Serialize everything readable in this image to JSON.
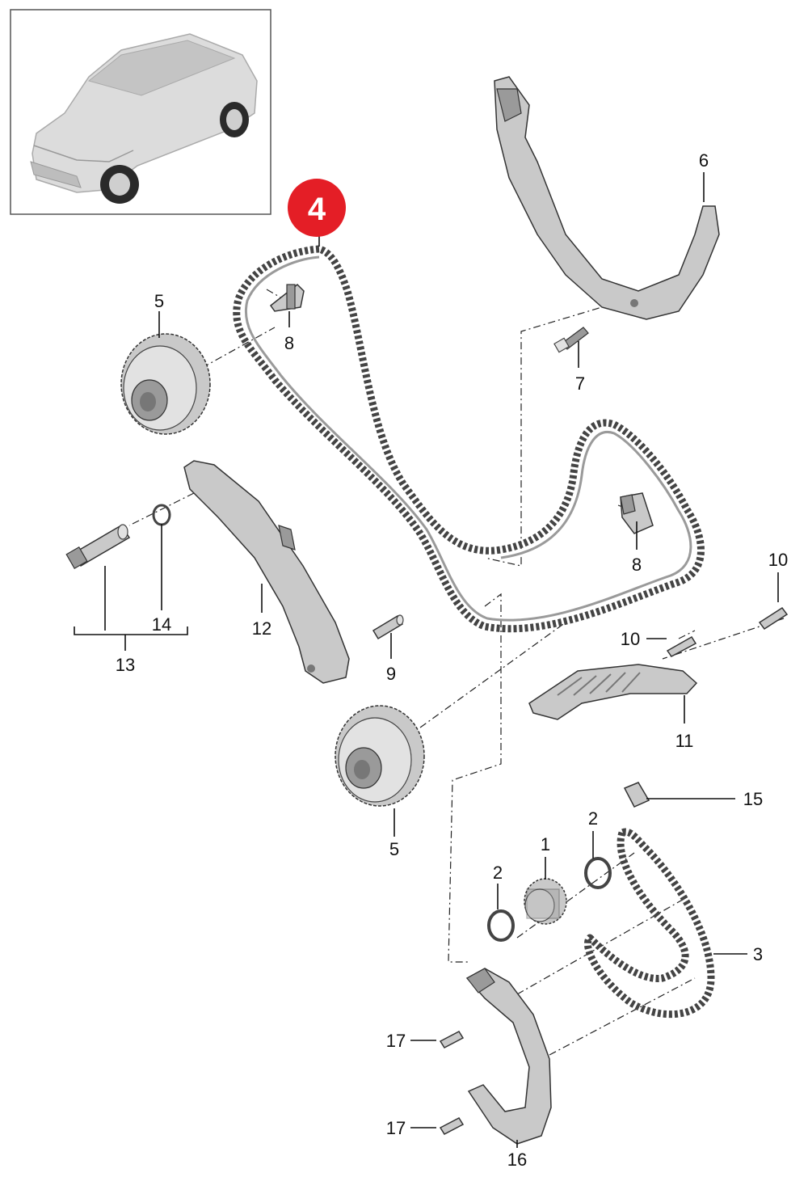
{
  "highlight": {
    "label": "4",
    "color": "#e41e26",
    "text_color": "#ffffff"
  },
  "thumbnail": {
    "icon": "suv-car-icon",
    "border_color": "#555555"
  },
  "labels": {
    "p1": "1",
    "p2a": "2",
    "p2b": "2",
    "p3": "3",
    "p5a": "5",
    "p5b": "5",
    "p6": "6",
    "p7": "7",
    "p8a": "8",
    "p8b": "8",
    "p9": "9",
    "p10a": "10",
    "p10b": "10",
    "p11": "11",
    "p12": "12",
    "p13": "13",
    "p14": "14",
    "p15": "15",
    "p16": "16",
    "p17a": "17",
    "p17b": "17"
  },
  "colors": {
    "part_fill": "#c9c9c9",
    "chain": "#444444",
    "line": "#111111"
  }
}
